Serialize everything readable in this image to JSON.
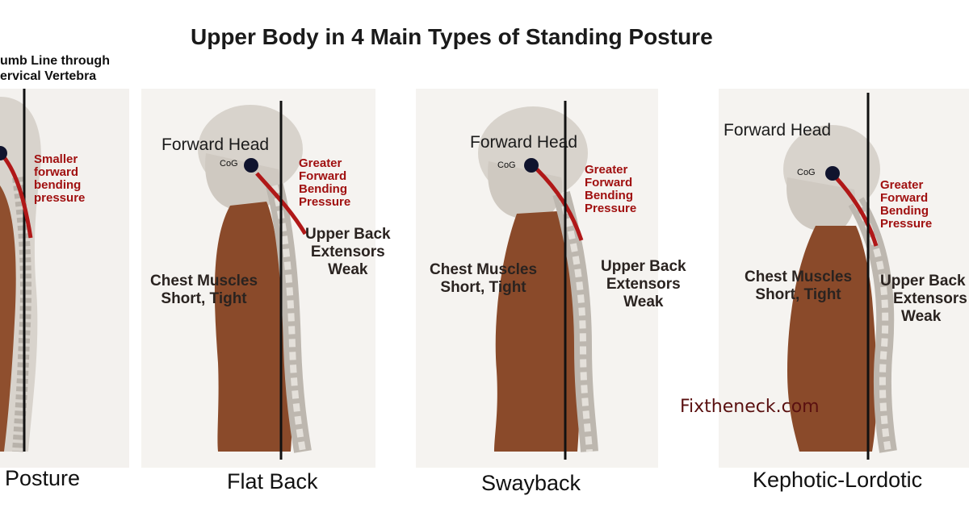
{
  "title": "Upper Body in 4 Main Types of Standing Posture",
  "plumb_line_label": [
    "umb Line through",
    "ervical Vertebra"
  ],
  "panels": [
    {
      "caption": "Posture",
      "pressure_label": [
        "Smaller",
        "forward",
        "bending",
        "pressure"
      ]
    },
    {
      "caption": "Flat Back",
      "forward_head": "Forward Head",
      "cog": "CoG",
      "pressure_label": [
        "Greater",
        "Forward",
        "Bending",
        "Pressure"
      ],
      "chest_label": [
        "Chest Muscles",
        "Short, Tight"
      ],
      "back_label": [
        "Upper Back",
        "Extensors",
        "Weak"
      ]
    },
    {
      "caption": "Swayback",
      "forward_head": "Forward Head",
      "cog": "CoG",
      "pressure_label": [
        "Greater",
        "Forward",
        "Bending",
        "Pressure"
      ],
      "chest_label": [
        "Chest Muscles",
        "Short, Tight"
      ],
      "back_label": [
        "Upper Back",
        "Extensors",
        "Weak"
      ]
    },
    {
      "caption": "Kephotic-Lordotic",
      "forward_head": "Forward Head",
      "cog": "CoG",
      "pressure_label": [
        "Greater",
        "Forward",
        "Bending",
        "Pressure"
      ],
      "chest_label": [
        "Chest Muscles",
        "Short, Tight"
      ],
      "back_label": [
        "Upper Back",
        "Extensors",
        "Weak"
      ]
    }
  ],
  "watermark": "Fixtheneck.com",
  "colors": {
    "muscle": "#8a4a2a",
    "bone": "#c9c5bf",
    "arrow": "#b01818",
    "plumb_line": "#111111",
    "cog_dot": "#10142e",
    "pressure_text": "#a01010"
  }
}
